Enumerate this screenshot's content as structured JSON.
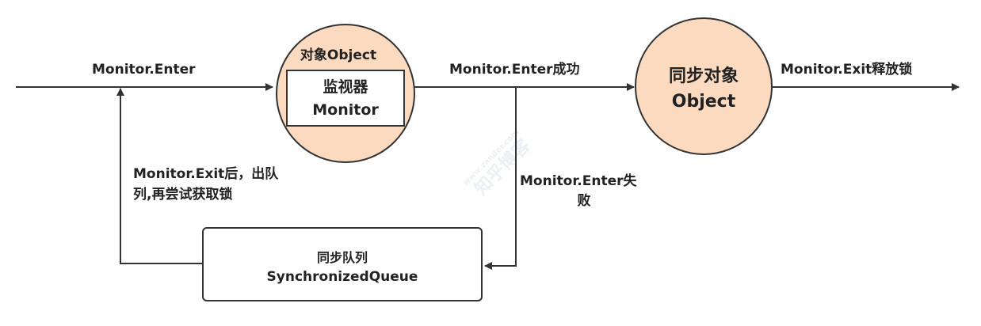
{
  "colors": {
    "node_fill": "#fbdac0",
    "stroke": "#333333",
    "box_fill": "#ffffff"
  },
  "nodes": {
    "object_node": {
      "title": "对象Object",
      "inner_line1": "监视器",
      "inner_line2": "Monitor"
    },
    "sync_object": {
      "line1": "同步对象",
      "line2": "Object"
    },
    "queue": {
      "line1": "同步队列",
      "line2": "SynchronizedQueue"
    }
  },
  "edges": {
    "enter": "Monitor.Enter",
    "enter_success": "Monitor.Enter成功",
    "exit": "Monitor.Exit释放锁",
    "enter_fail_line1": "Monitor.Enter失",
    "enter_fail_line2": "败",
    "retry_line1": "Monitor.Exit后，出队",
    "retry_line2": "列,再尝试获取锁"
  },
  "watermark": {
    "line1": "www.zander.com",
    "line2": "知乎博客"
  }
}
